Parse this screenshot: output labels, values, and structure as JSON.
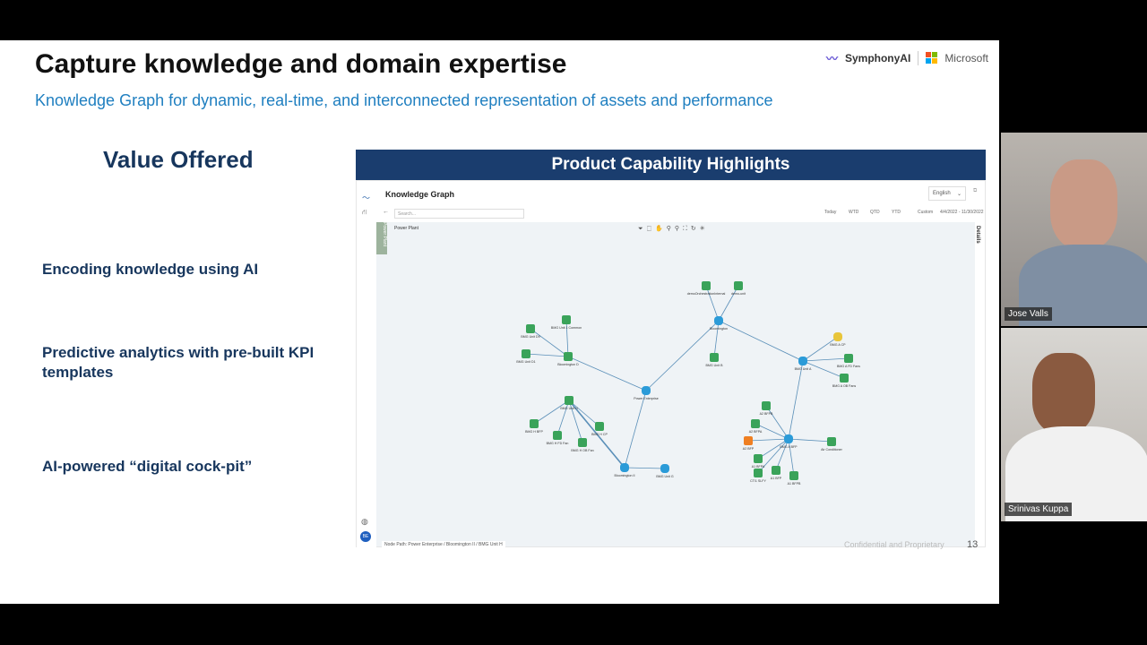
{
  "slide": {
    "brand": {
      "symphony": "SymphonyAI",
      "microsoft": "Microsoft"
    },
    "title": "Capture knowledge and domain expertise",
    "subtitle": "Knowledge Graph for dynamic, real-time, and interconnected representation of assets and performance",
    "value_heading": "Value Offered",
    "bullets": [
      "Encoding knowledge using AI",
      "Predictive analytics with pre-built KPI templates",
      "AI-powered “digital cock-pit”"
    ],
    "banner": "Product Capability Highlights",
    "footer": "Confidential and Proprietary",
    "page_number": "13"
  },
  "app": {
    "title": "Knowledge Graph",
    "language": "English",
    "search_placeholder": "Search...",
    "time_buttons": [
      "Today",
      "WTD",
      "QTD",
      "YTD",
      "Custom"
    ],
    "date_range": "4/4/2022 - 11/30/2022",
    "side_tab": "Power Plant",
    "canvas_label": "Power Plant",
    "details_label": "Details",
    "avatar": "BE",
    "node_path": "Node Path:  Power Enterprise /  Bloomington II /  BMG Unit H",
    "nodes": [
      "Power Enterprise",
      "Bloomington",
      "Bloomington D",
      "Bloomington II",
      "BMG Unit A",
      "BMG A BFP",
      "BMG Unit H",
      "demoOrchestrationInternal",
      "demo-unit",
      "BMG Unit B",
      "BMG Unit 1 Common",
      "BMG Unit D9",
      "BMG Unit D1",
      "BMG A CP",
      "BMG A FD Fans",
      "BMG A OB Fans",
      "BMG H BFP",
      "BMG H FD Fan",
      "BMG H OB Fan",
      "BMG H CP",
      "BMG Unit G",
      "A2 BFPB",
      "A2 BFPA",
      "A2 BFP",
      "Air Conditioner",
      "A1 BFPA",
      "CT/1 SLFY",
      "A1 BFP",
      "A1 BFPB"
    ],
    "colors": {
      "hub": "#2b9bd8",
      "leaf": "#3aa35a",
      "warn": "#e8c53a",
      "alert": "#ef7f22",
      "edge": "#5a8fb8"
    }
  },
  "participants": [
    "Jose Valls",
    "Srinivas Kuppa"
  ]
}
